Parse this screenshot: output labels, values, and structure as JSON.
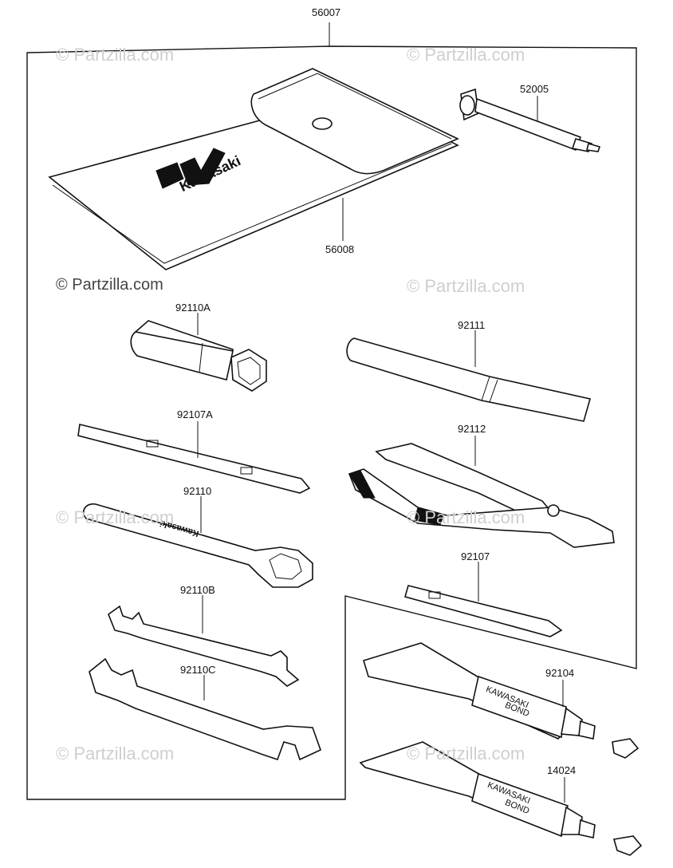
{
  "assembly_label": "56007",
  "callouts": {
    "pouch": "56008",
    "screwdriver_handle": "52005",
    "plug_wrench": "92110A",
    "extension_bar": "92111",
    "screwdriver_flat": "92107A",
    "pliers": "92112",
    "box_wrench": "92110",
    "screwdriver_phillips": "92107",
    "open_wrench_small": "92110B",
    "open_wrench_large": "92110C",
    "bond_tube_1": "92104",
    "bond_tube_2": "14024"
  },
  "pouch_logo_text": "Kawasaki",
  "box_wrench_text": "Kawasaki",
  "tube_text": [
    "KAWASAKI",
    "BOND"
  ],
  "watermarks": {
    "main": "© Partzilla.com"
  }
}
